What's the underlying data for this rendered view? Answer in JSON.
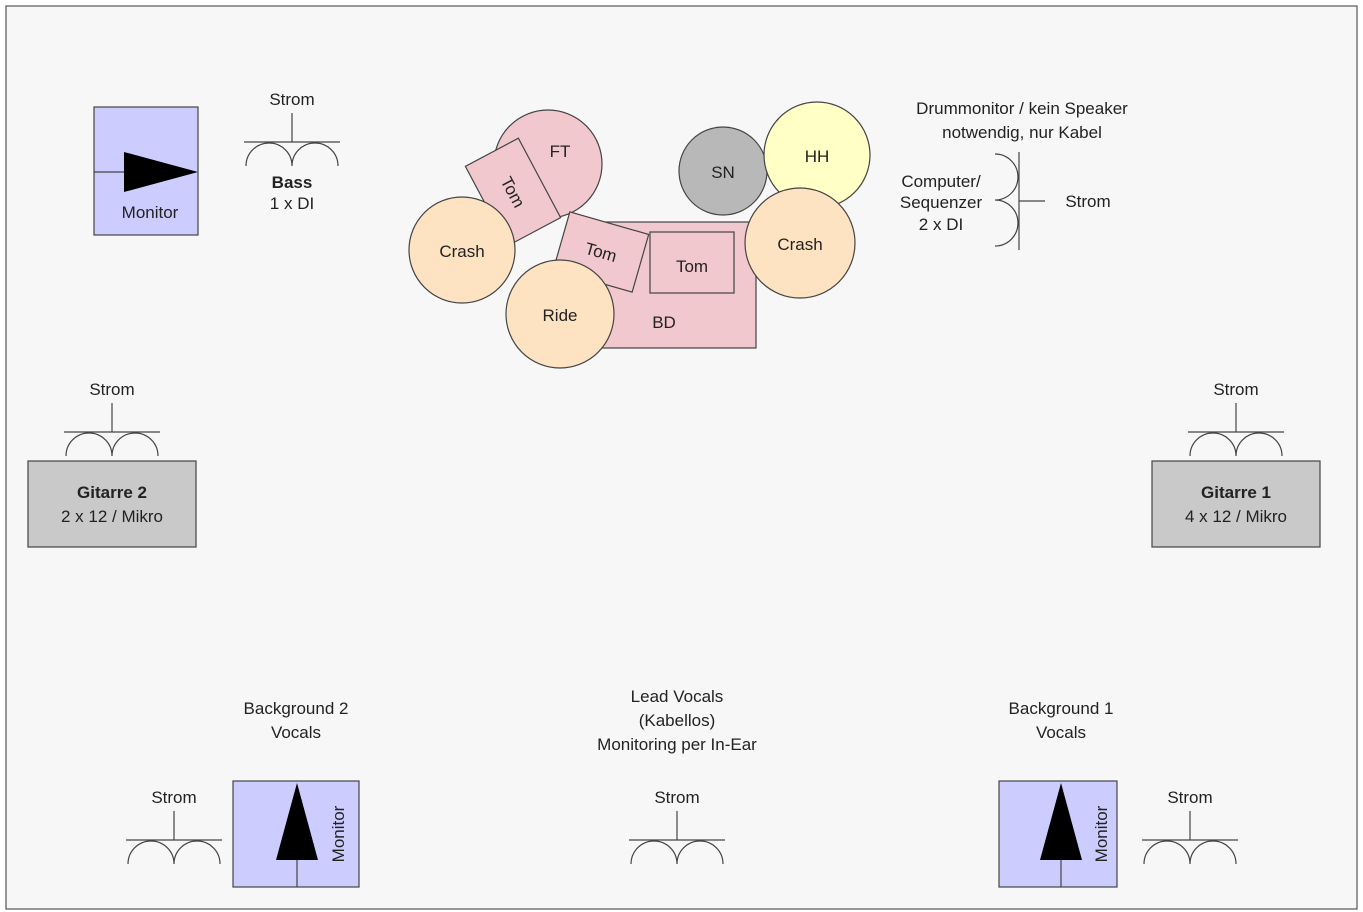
{
  "colors": {
    "background": "#f7f7f7",
    "border": "#555555",
    "stroke": "#444444",
    "drum": "#f2c8cf",
    "cymbal": "#fde3c2",
    "snare": "#b8b8b8",
    "hihat": "#ffffc6",
    "monitor": "#ccccff",
    "amp": "#c9c9c9",
    "wedge": "#000000"
  },
  "power_label": "Strom",
  "bass": {
    "name": "Bass",
    "di": "1 x DI"
  },
  "monitor_label": "Monitor",
  "drums": {
    "ft": "FT",
    "tom_a": "Tom",
    "tom_b": "Tom",
    "tom_c": "Tom",
    "crash_left": "Crash",
    "crash_right": "Crash",
    "ride": "Ride",
    "bd": "BD",
    "sn": "SN",
    "hh": "HH"
  },
  "drum_note": {
    "line1": "Drummonitor / kein Speaker",
    "line2": "notwendig, nur Kabel"
  },
  "computer": {
    "line1": "Computer/",
    "line2": "Sequenzer",
    "line3": "2 x DI"
  },
  "guitar2": {
    "name": "Gitarre 2",
    "spec": "2 x 12 / Mikro"
  },
  "guitar1": {
    "name": "Gitarre 1",
    "spec": "4 x 12 / Mikro"
  },
  "bg2": {
    "line1": "Background 2",
    "line2": "Vocals"
  },
  "lead": {
    "line1": "Lead Vocals",
    "line2": "(Kabellos)",
    "line3": "Monitoring per In-Ear"
  },
  "bg1": {
    "line1": "Background 1",
    "line2": "Vocals"
  }
}
